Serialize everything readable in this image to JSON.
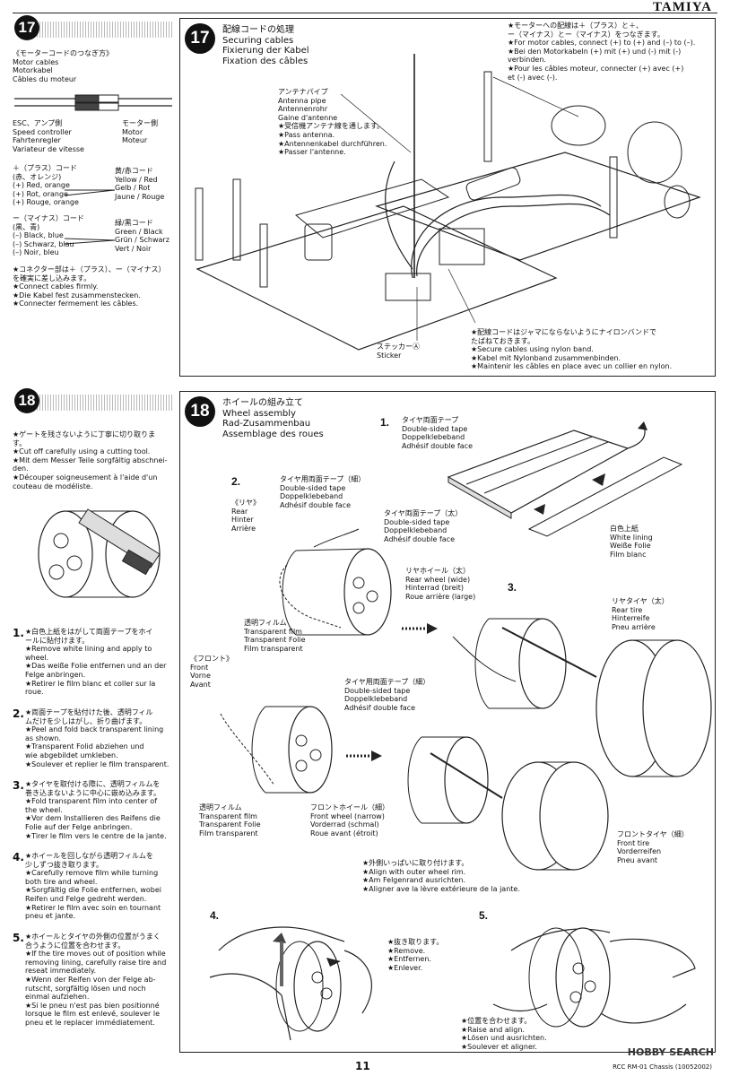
{
  "brand": "TAMIYA",
  "page_number": "11",
  "footer_note": "RCC RM-01 Chassis (10052002)",
  "watermark": "HOBBY SEARCH",
  "step17": {
    "number": "17",
    "sidebar": {
      "title_jp": "《モーターコードのつなぎ方》",
      "title_en": "Motor cables",
      "title_de": "Motorkabel",
      "title_fr": "Câbles du moteur",
      "esc_jp": "ESC、アンプ側",
      "esc_en": "Speed controller",
      "esc_de": "Fahrtenregler",
      "esc_fr": "Variateur de vitesse",
      "motor_jp": "モーター側",
      "motor_en": "Motor",
      "motor_de": "Moteur",
      "plus_jp": "＋（プラス）コード",
      "plus_jp2": "(赤、オレンジ)",
      "plus_en": "(+) Red, orange",
      "plus_de": "(+) Rot, orange",
      "plus_fr": "(+) Rouge, orange",
      "yr_jp": "黄/赤コード",
      "yr_en": "Yellow / Red",
      "yr_de": "Gelb / Rot",
      "yr_fr": "Jaune / Rouge",
      "minus_jp": "ー（マイナス）コード",
      "minus_jp2": "(黒、青)",
      "minus_en": "(–) Black, blue",
      "minus_de": "(–) Schwarz, blau",
      "minus_fr": "(–) Noir, bleu",
      "gb_jp": "緑/黒コード",
      "gb_en": "Green / Black",
      "gb_de": "Grün / Schwarz",
      "gb_fr": "Vert / Noir",
      "note_jp1": "★コネクター部は＋（プラス）、ー（マイナス）",
      "note_jp2": "を確実に差し込みます。",
      "note_en": "★Connect cables firmly.",
      "note_de": "★Die Kabel fest zusammenstecken.",
      "note_fr": "★Connecter fermement les câbles."
    },
    "title_jp": "配線コードの処理",
    "title_en": "Securing cables",
    "title_de": "Fixierung der Kabel",
    "title_fr": "Fixation des câbles",
    "antenna_jp": "アンテナパイプ",
    "antenna_en": "Antenna pipe",
    "antenna_de": "Antennenrohr",
    "antenna_fr": "Gaine d'antenne",
    "antenna_note_jp": "★受信機アンテナ線を通します。",
    "antenna_note_en": "★Pass antenna.",
    "antenna_note_de": "★Antennenkabel durchführen.",
    "antenna_note_fr": "★Passer l'antenne.",
    "motor_note_jp1": "★モーターへの配線は＋（プラス）と＋、",
    "motor_note_jp2": "ー（マイナス）とー（マイナス）をつなぎます。",
    "motor_note_en1": "★For motor cables, connect (+) to (+) and (–) to (–).",
    "motor_note_de1": "★Bei den Motorkabeln (+) mit (+) und (-) mit (-)",
    "motor_note_de2": "verbinden.",
    "motor_note_fr1": "★Pour les câbles moteur, connecter (+) avec (+)",
    "motor_note_fr2": "et (-) avec (-).",
    "sticker_jp": "ステッカー",
    "sticker_mark": "Ⓐ",
    "sticker_en": "Sticker",
    "secure_jp1": "★配線コードはジャマにならないようにナイロンバンドで",
    "secure_jp2": "たばねておきます。",
    "secure_en": "★Secure cables using nylon band.",
    "secure_de": "★Kabel mit Nylonband zusammenbinden.",
    "secure_fr": "★Maintenir les câbles en place avec un collier en nylon."
  },
  "step18": {
    "number": "18",
    "sidebar": {
      "cut_jp1": "★ゲートを残さないように丁寧に切り取りま",
      "cut_jp2": "す。",
      "cut_en": "★Cut off carefully using a cutting tool.",
      "cut_de1": "★Mit dem Messer Teile sorgfältig abschnei-",
      "cut_de2": "den.",
      "cut_fr1": "★Découper soigneusement à l'aide d'un",
      "cut_fr2": "couteau de modéliste.",
      "s1_num": "1.",
      "s1": [
        "★白色上紙をはがして両面テープをホイ",
        "ールに貼付けます。",
        "★Remove white lining and apply to",
        "wheel.",
        "★Das weiße Folie entfernen und an der",
        "Felge anbringen.",
        "★Retirer le film blanc et coller sur la",
        "roue."
      ],
      "s2_num": "2.",
      "s2": [
        "★両面テープを貼付けた後、透明フィル",
        "ムだけを少しはがし、折り曲げます。",
        "★Peel and fold back transparent lining",
        "as shown.",
        "★Transparent Folid abziehen und",
        "wie abgebildet umkleben.",
        "★Soulever et replier le film transparent."
      ],
      "s3_num": "3.",
      "s3": [
        "★タイヤを取付ける際に、透明フィルムを",
        "巻き込まないように中心に嵌め込みます。",
        "★Fold transparent film into center of",
        "the wheel.",
        "★Vor dem Installieren des Reifens die",
        "Folie auf der Felge anbringen.",
        "★Tirer le film vers le centre de la jante."
      ],
      "s4_num": "4.",
      "s4": [
        "★ホイールを回しながら透明フィルムを",
        "少しずつ抜き取ります。",
        "★Carefully remove film while turning",
        "both tire and wheel.",
        "★Sorgfältig die Folie entfernen, wobei",
        "Reifen und Felge gedreht werden.",
        "★Retirer le film avec soin en tournant",
        "pneu et jante."
      ],
      "s5_num": "5.",
      "s5": [
        "★ホイールとタイヤの外側の位置がうまく",
        "合うように位置を合わせます。",
        "★If the tire moves out of position while",
        "removing lining, carefully raise tire and",
        "reseat immediately.",
        "★Wenn der Reifen von der Felge ab-",
        "rutscht, sorgfältig lösen und noch",
        "einmal aufziehen.",
        "★Si le pneu n'est pas bien positionné",
        "lorsque le film est enlevé, soulever le",
        "pneu et le replacer immédiatement."
      ]
    },
    "title_jp": "ホイールの組み立て",
    "title_en": "Wheel assembly",
    "title_de": "Rad-Zusammenbau",
    "title_fr": "Assemblage des roues",
    "step1": "1.",
    "tape_both_jp": "タイヤ両面テープ",
    "tape_en": "Double-sided tape",
    "tape_de": "Doppelklebeband",
    "tape_fr": "Adhésif double face",
    "white_jp": "白色上紙",
    "white_en": "White lining",
    "white_de": "Weiße Folie",
    "white_fr": "Film blanc",
    "step2": "2.",
    "tape_narrow_jp": "タイヤ用両面テープ（細）",
    "rear_jp": "《リヤ》",
    "rear_en": "Rear",
    "rear_de": "Hinter",
    "rear_fr": "Arrière",
    "tape_wide_jp": "タイヤ両面テープ（太）",
    "rear_wheel_jp": "リヤホイール（太）",
    "rear_wheel_en": "Rear wheel (wide)",
    "rear_wheel_de": "Hinterrad (breit)",
    "rear_wheel_fr": "Roue arrière (large)",
    "film_jp": "透明フィルム",
    "film_en": "Transparent film",
    "film_de": "Transparent Folie",
    "film_fr": "Film transparent",
    "step3": "3.",
    "rear_tire_jp": "リヤタイヤ（太）",
    "rear_tire_en": "Rear tire",
    "rear_tire_de": "Hinterreife",
    "rear_tire_fr": "Pneu arrière",
    "front_jp": "《フロント》",
    "front_en": "Front",
    "front_de": "Vorne",
    "front_fr": "Avant",
    "tape_narrow2_jp": "タイヤ用両面テープ（細）",
    "front_wheel_jp": "フロントホイール（細）",
    "front_wheel_en": "Front wheel (narrow)",
    "front_wheel_de": "Vorderrad (schmal)",
    "front_wheel_fr": "Roue avant (étroit)",
    "front_tire_jp": "フロントタイヤ（細）",
    "front_tire_en": "Front tire",
    "front_tire_de": "Vorderreifen",
    "front_tire_fr": "Pneu avant",
    "align_jp": "★外側いっぱいに取り付けます。",
    "align_en": "★Align with outer wheel rim.",
    "align_de": "★Am Felgenrand ausrichten.",
    "align_fr": "★Aligner ave la lèvre extérieure de la jante.",
    "step4": "4.",
    "remove_jp": "★抜き取ります。",
    "remove_en": "★Remove.",
    "remove_de": "★Entfernen.",
    "remove_fr": "★Enlever.",
    "step5": "5.",
    "raise_jp": "★位置を合わせます。",
    "raise_en": "★Raise and align.",
    "raise_de": "★Lösen und ausrichten.",
    "raise_fr": "★Soulever et aligner."
  }
}
